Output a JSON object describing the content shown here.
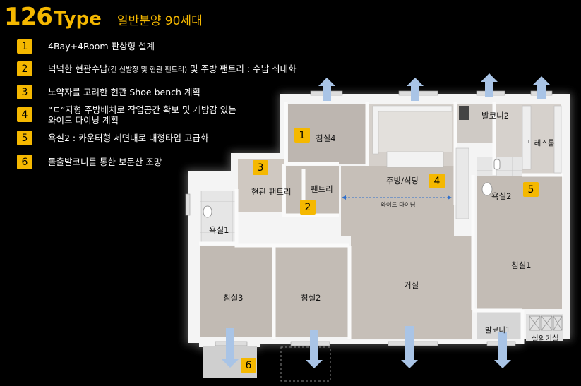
{
  "header": {
    "type_number": "126",
    "type_word": "Type",
    "subtitle": "일반분양 90세대"
  },
  "features": [
    {
      "num": "1",
      "text": "4Bay+4Room 판상형 설계"
    },
    {
      "num": "2",
      "text_main": "넉넉한 현관수납",
      "text_small": "(긴 신발장 및 현관 팬트리)",
      "text_tail": " 및 주방 팬트리 : 수납 최대화"
    },
    {
      "num": "3",
      "text": "노약자를 고려한 현관 Shoe bench 계획"
    },
    {
      "num": "4",
      "text": "“ㄷ”자형 주방배치로 작업공간 확보 및 개방감 있는\n와이드 다이닝 계획"
    },
    {
      "num": "5",
      "text": "욕실2 :  카운터형 세면대로 대형타입 고급화"
    },
    {
      "num": "6",
      "text": "돌출발코니를 통한 보문산 조망"
    }
  ],
  "rooms": {
    "bedroom4": "침실4",
    "balcony2": "발코니2",
    "dressroom": "드레스룸",
    "entrance_pantry": "현관 팬트리",
    "pantry": "팬트리",
    "kitchen": "주방/식당",
    "wide_dining": "와이드 다이닝",
    "bath2": "욕실2",
    "bath1": "욕실1",
    "bedroom1": "침실1",
    "bedroom3": "침실3",
    "bedroom2": "침실2",
    "living": "거실",
    "balcony1": "발코니1",
    "outdoor_unit": "실외기실"
  },
  "plan_badges": [
    "1",
    "2",
    "3",
    "4",
    "5",
    "6"
  ],
  "colors": {
    "accent": "#f5b800",
    "floor": "#c8c2bb",
    "wall": "#ffffff",
    "arrow": "#a9c4e6"
  }
}
